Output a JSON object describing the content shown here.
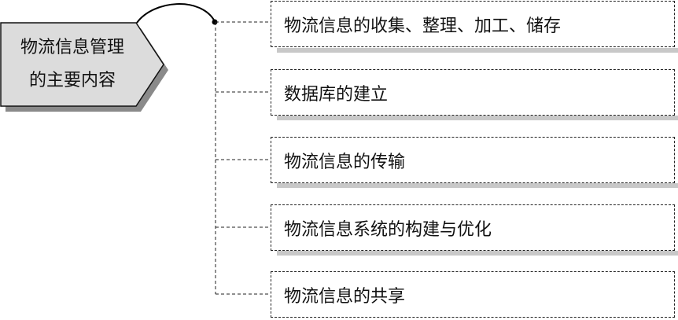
{
  "root": {
    "line1": "物流信息管理",
    "line2": "的主要内容"
  },
  "items": [
    {
      "label": "物流信息的收集、整理、加工、储存"
    },
    {
      "label": "数据库的建立"
    },
    {
      "label": "物流信息的传输"
    },
    {
      "label": "物流信息系统的构建与优化"
    },
    {
      "label": "物流信息的共享"
    }
  ],
  "colors": {
    "root_fill": "#dcdcdc",
    "shadow": "#8a8a8a",
    "box_shadow": "#c8c8c8"
  }
}
